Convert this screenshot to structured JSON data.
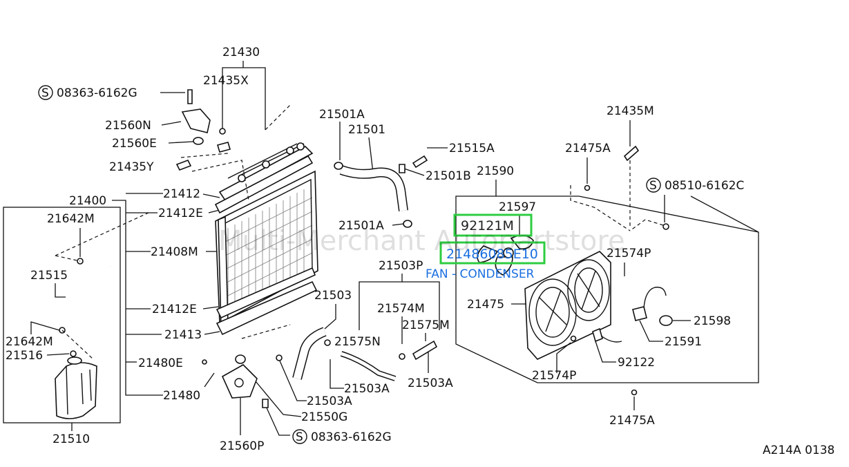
{
  "parts": {
    "p21430": "21430",
    "p21435X": "21435X",
    "s08363_top": "08363-6162G",
    "p21560N": "21560N",
    "p21560E": "21560E",
    "p21435Y": "21435Y",
    "p21412": "21412",
    "p21400": "21400",
    "p21412E_top": "21412E",
    "p21642M_top": "21642M",
    "p21408M": "21408M",
    "p21515": "21515",
    "p21412E_bot": "21412E",
    "p21413": "21413",
    "p21642M_bot": "21642M",
    "p21516": "21516",
    "p21480E": "21480E",
    "p21480": "21480",
    "p21510": "21510",
    "p21501A_top": "21501A",
    "p21501": "21501",
    "p21515A": "21515A",
    "p21501B": "21501B",
    "p21501A_mid": "21501A",
    "p21503P": "21503P",
    "p21503": "21503",
    "p21574M": "21574M",
    "p21575M": "21575M",
    "p21575N": "21575N",
    "p21503A_left": "21503A",
    "p21503A_right": "21503A",
    "p21503A_bot": "21503A",
    "p21550G": "21550G",
    "p21560P": "21560P",
    "s08363_bot": "08363-6162G",
    "p21590": "21590",
    "p21597": "21597",
    "p21435M": "21435M",
    "p21475A_top": "21475A",
    "s08510": "08510-6162C",
    "p21574P_top": "21574P",
    "p21475": "21475",
    "p21598": "21598",
    "p21591": "21591",
    "p92122": "92122",
    "p21574P_bot": "21574P",
    "p21475A_bot": "21475A"
  },
  "screw_symbol": "S",
  "highlights": {
    "h1": "92121M",
    "h2": "21486085E10",
    "caption": "FAN - CONDENSER"
  },
  "watermark": "Multi-Merchant Autopartstore",
  "figure_code": "A214A 0138"
}
